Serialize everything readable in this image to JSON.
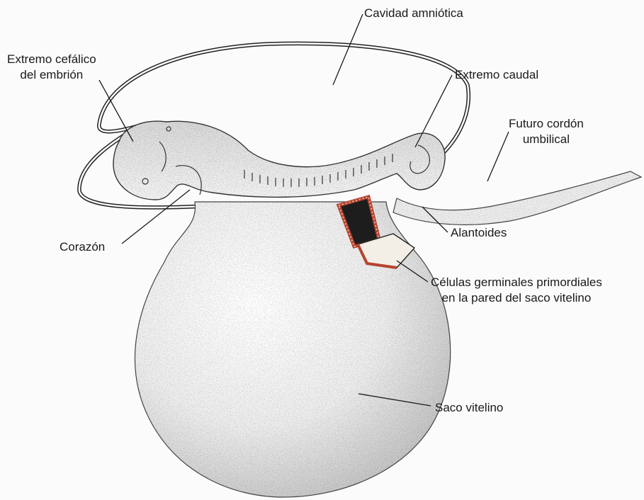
{
  "figure": {
    "labels": {
      "amniotic_cavity": "Cavidad amniótica",
      "cephalic_end": [
        "Extremo cefálico",
        "del embrión"
      ],
      "caudal_end": "Extremo caudal",
      "umbilical_cord": [
        "Futuro cordón",
        "umbilical"
      ],
      "heart": "Corazón",
      "allantois": "Alantoides",
      "germ_cells": [
        "Células germinales primordiales",
        "en la pared del saco vitelino"
      ],
      "yolk_sac": "Saco vitelino"
    },
    "colors": {
      "background": "#fbfbfb",
      "ink": "#1a1a1a",
      "germ_cell_window": "#b5432f"
    }
  }
}
